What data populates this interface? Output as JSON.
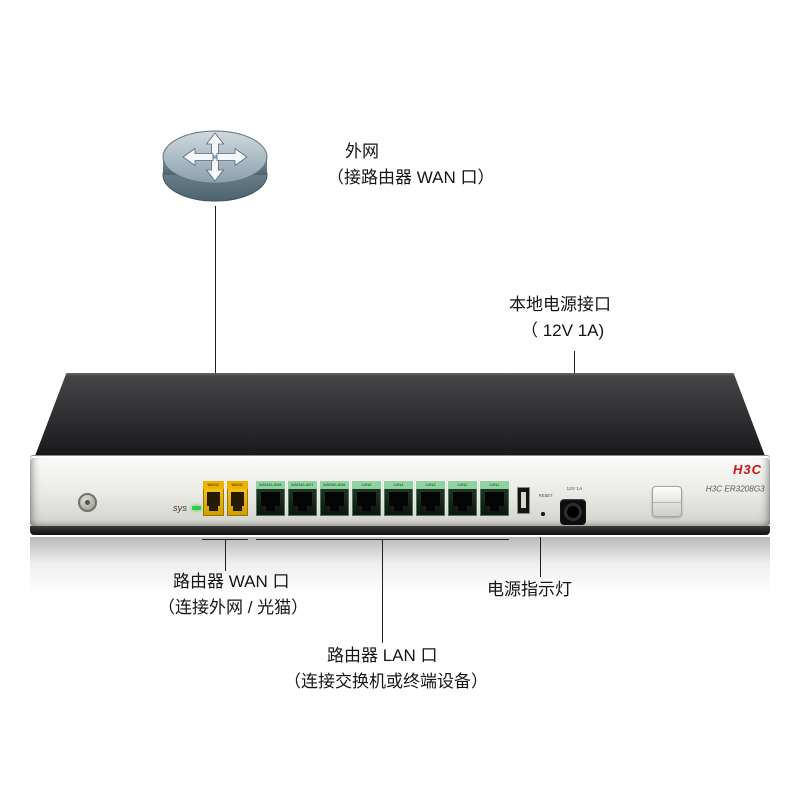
{
  "annotations": {
    "external_network": {
      "line1": "外网",
      "line2": "（接路由器 WAN 口）"
    },
    "power_input": {
      "line1": "本地电源接口",
      "line2": "（ 12V 1A)"
    },
    "wan_ports": {
      "line1": "路由器 WAN 口",
      "line2": "（连接外网 / 光猫）"
    },
    "power_led": {
      "line1": "电源指示灯"
    },
    "lan_ports": {
      "line1": "路由器 LAN 口",
      "line2": "（连接交换机或终端设备）"
    }
  },
  "device": {
    "brand_logo": "H3C",
    "model_text": "H3C ER3208G3",
    "sys_led_label": "sys",
    "reset_label": "RESET",
    "power_jack_label": "12V 1A",
    "wan_port_labels": [
      "WAN2",
      "WAN1"
    ],
    "lan_port_labels": [
      "WAN3/LAN8",
      "WAN4/LAN7",
      "WAN5/LAN6",
      "LAN5",
      "LAN4",
      "LAN3",
      "LAN2",
      "LAN1"
    ]
  },
  "colors": {
    "brand_red": "#d01212",
    "wan_port_yellow": "#ecb200",
    "lan_port_green": "#8fd49e",
    "sys_led_green": "#2ecc40",
    "annotation_line": "#1f1f1f"
  }
}
